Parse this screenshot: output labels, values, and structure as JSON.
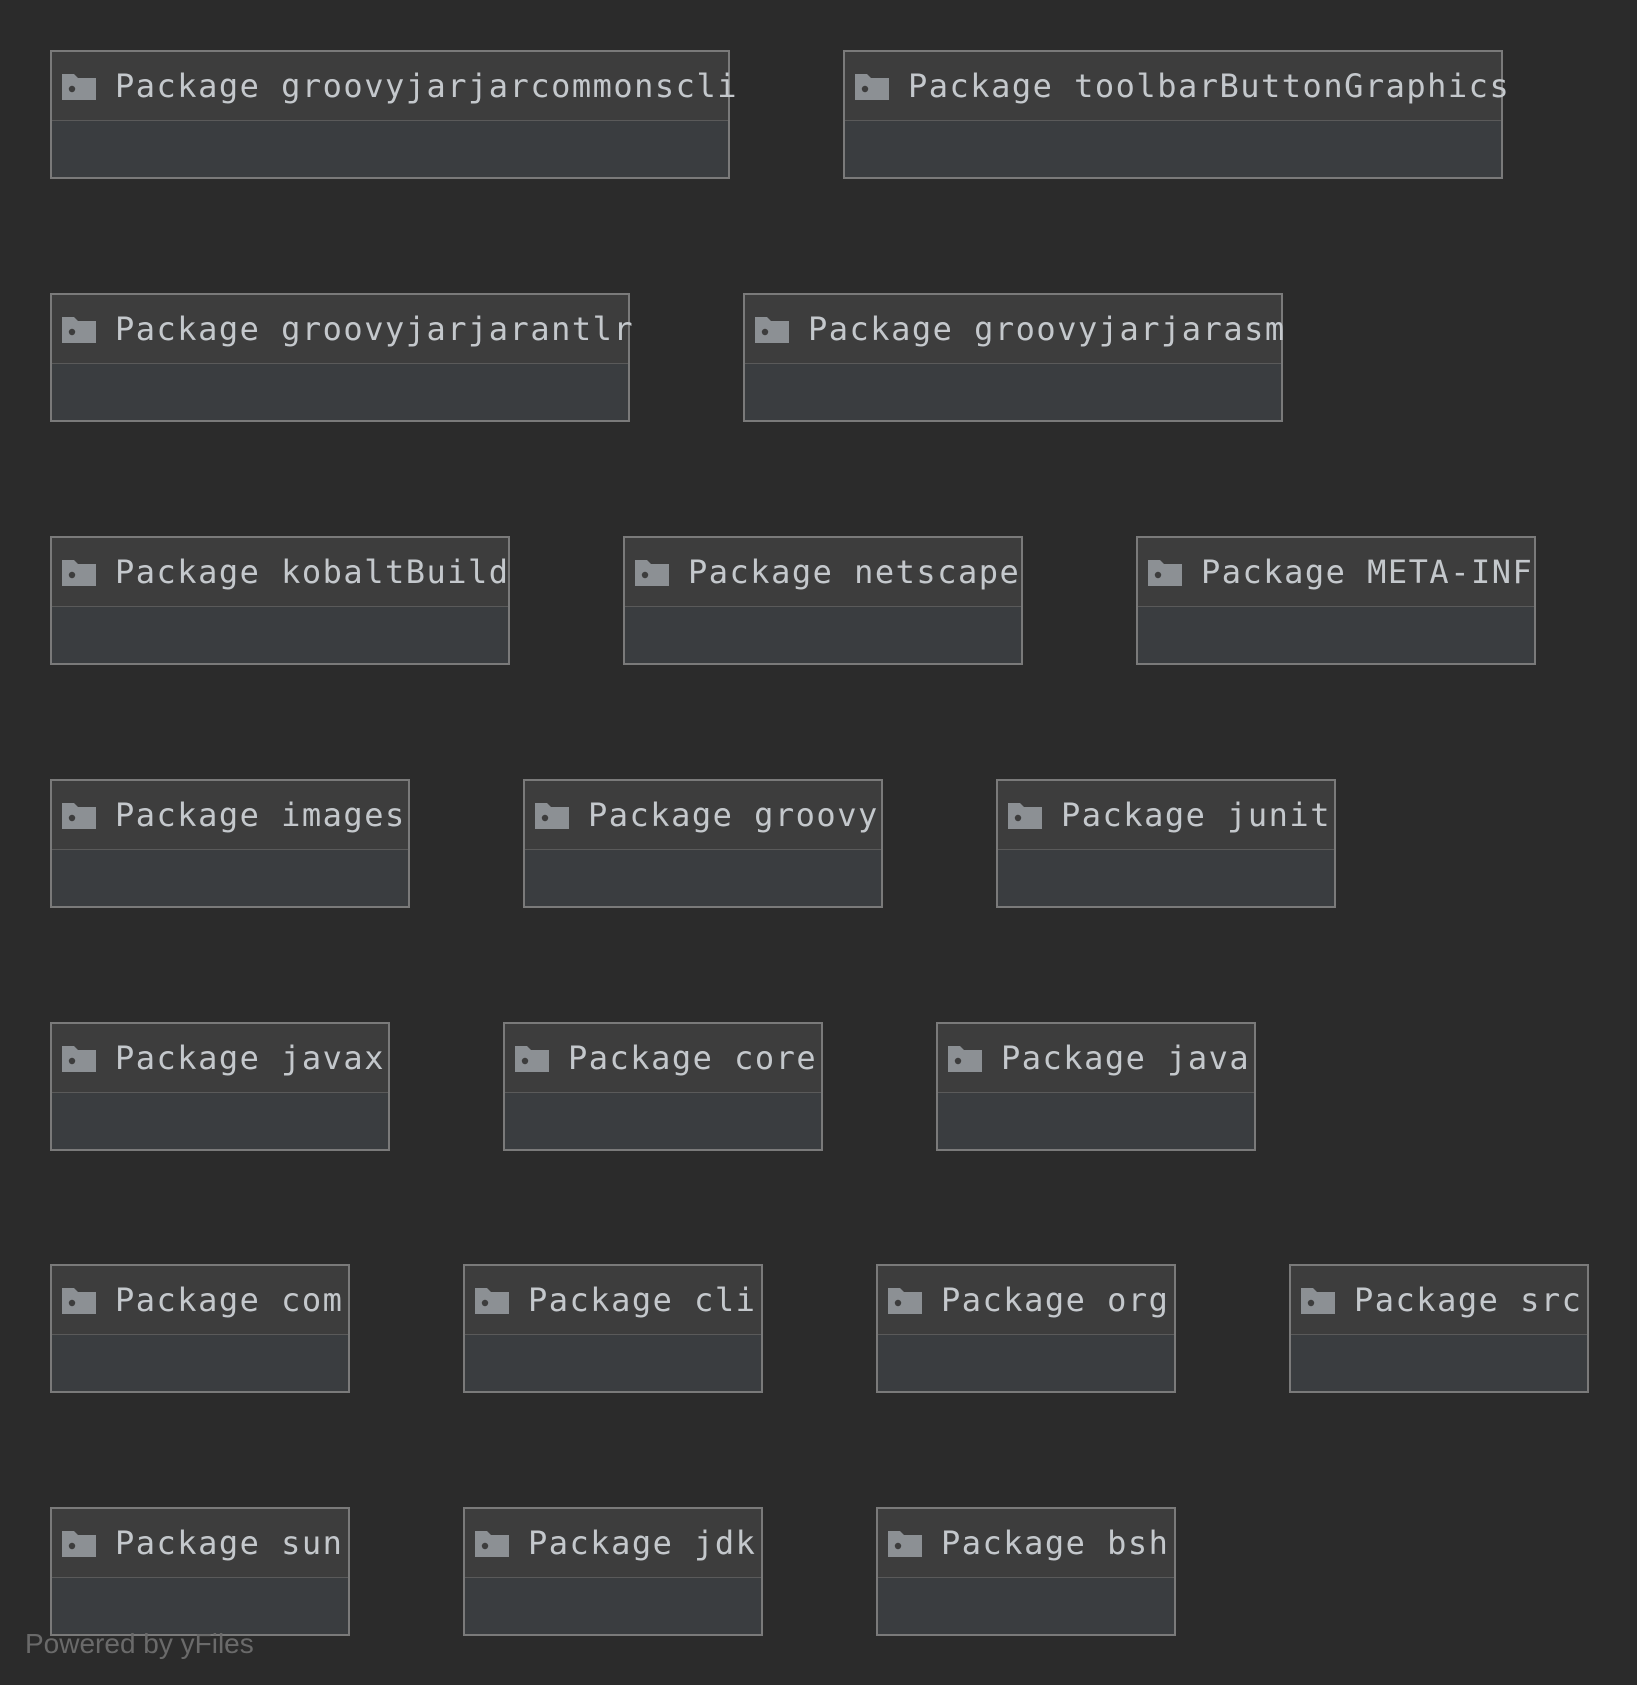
{
  "diagram": {
    "packages": [
      {
        "keyword": "Package",
        "name": "groovyjarjarcommonscli"
      },
      {
        "keyword": "Package",
        "name": "toolbarButtonGraphics"
      },
      {
        "keyword": "Package",
        "name": "groovyjarjarantlr"
      },
      {
        "keyword": "Package",
        "name": "groovyjarjarasm"
      },
      {
        "keyword": "Package",
        "name": "kobaltBuild"
      },
      {
        "keyword": "Package",
        "name": "netscape"
      },
      {
        "keyword": "Package",
        "name": "META-INF"
      },
      {
        "keyword": "Package",
        "name": "images"
      },
      {
        "keyword": "Package",
        "name": "groovy"
      },
      {
        "keyword": "Package",
        "name": "junit"
      },
      {
        "keyword": "Package",
        "name": "javax"
      },
      {
        "keyword": "Package",
        "name": "core"
      },
      {
        "keyword": "Package",
        "name": "java"
      },
      {
        "keyword": "Package",
        "name": "com"
      },
      {
        "keyword": "Package",
        "name": "cli"
      },
      {
        "keyword": "Package",
        "name": "org"
      },
      {
        "keyword": "Package",
        "name": "src"
      },
      {
        "keyword": "Package",
        "name": "sun"
      },
      {
        "keyword": "Package",
        "name": "jdk"
      },
      {
        "keyword": "Package",
        "name": "bsh"
      }
    ],
    "package_icon": "folder-icon"
  },
  "footer": {
    "powered_by": "Powered by yFiles"
  },
  "colors": {
    "background": "#2b2b2b",
    "node_fill": "#3a3d40",
    "node_border": "#7a7a7a",
    "text": "#c4c8cc"
  }
}
